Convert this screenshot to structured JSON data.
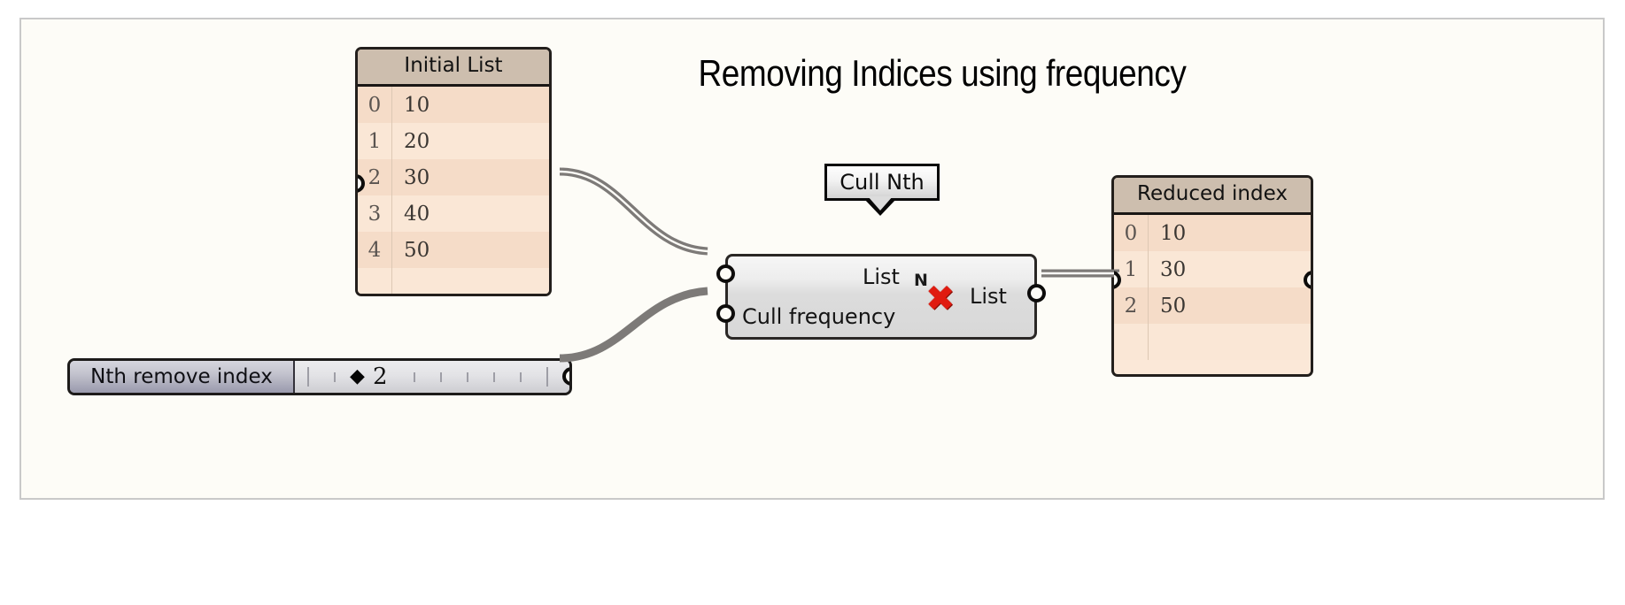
{
  "canvas": {
    "title": "Removing Indices using frequency",
    "background_color": "#fdfcf7",
    "border_color": "#c9c9c9"
  },
  "initial_list_panel": {
    "name": "Initial List",
    "header_color": "#cdbeae",
    "row_colors": [
      "#fae7d6",
      "#f5dcc8"
    ],
    "rows": [
      {
        "index": "0",
        "value": "10"
      },
      {
        "index": "1",
        "value": "20"
      },
      {
        "index": "2",
        "value": "30"
      },
      {
        "index": "3",
        "value": "40"
      },
      {
        "index": "4",
        "value": "50"
      }
    ]
  },
  "reduced_index_panel": {
    "name": "Reduced index",
    "header_color": "#cdbeae",
    "rows": [
      {
        "index": "0",
        "value": "10"
      },
      {
        "index": "1",
        "value": "30"
      },
      {
        "index": "2",
        "value": "50"
      }
    ]
  },
  "cull_node": {
    "tag_label": "Cull Nth",
    "inputs": [
      {
        "label": "List"
      },
      {
        "label": "Cull frequency"
      }
    ],
    "outputs": [
      {
        "label": "List"
      }
    ],
    "icon": {
      "name": "cull-nth-icon",
      "superscript": "N",
      "mark": "✖",
      "mark_color": "#e01b10"
    }
  },
  "slider": {
    "label": "Nth remove index",
    "value": "2",
    "handle_glyph": "◆",
    "min": 0,
    "max": 10
  }
}
